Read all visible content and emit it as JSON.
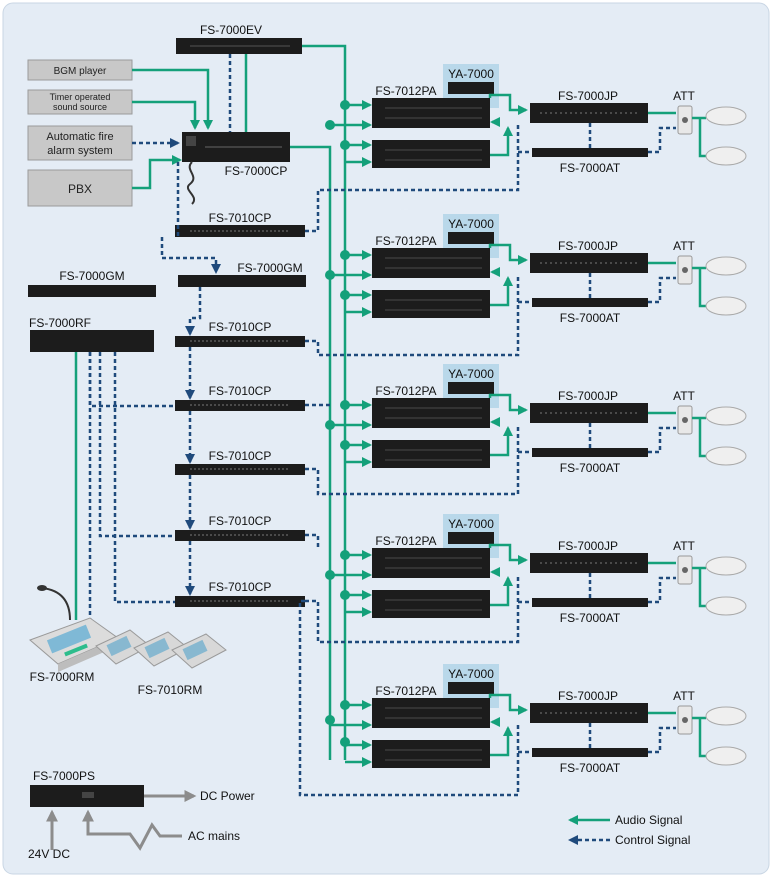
{
  "colors": {
    "background": "#e4ecf5",
    "audio_line": "#14a07a",
    "control_line": "#1f4a7c",
    "device_body": "#1c1c1c",
    "source_box": "#c8c8c8",
    "highlight": "#b9d8ea",
    "arrow_grey": "#8c8c8c"
  },
  "labels": {
    "fs7000ev": "FS-7000EV",
    "fs7000cp": "FS-7000CP",
    "bgm_player": "BGM player",
    "timer_line1": "Timer operated",
    "timer_line2": "sound source",
    "fire_line1": "Automatic fire",
    "fire_line2": "alarm system",
    "pbx": "PBX",
    "fs7010cp": "FS-7010CP",
    "fs7000gm": "FS-7000GM",
    "fs7000rf": "FS-7000RF",
    "fs7000rm": "FS-7000RM",
    "fs7010rm": "FS-7010RM",
    "fs7000ps": "FS-7000PS",
    "dc_power": "DC Power",
    "ac_mains": "AC mains",
    "dc24": "24V DC",
    "fs7012pa": "FS-7012PA",
    "ya7000": "YA-7000",
    "fs7000jp": "FS-7000JP",
    "fs7000at": "FS-7000AT",
    "att": "ATT",
    "legend_audio": "Audio Signal",
    "legend_control": "Control Signal"
  },
  "amplifier_groups": [
    {
      "pa": "FS-7012PA",
      "ya": "YA-7000",
      "jp": "FS-7000JP",
      "at": "FS-7000AT",
      "att": "ATT"
    },
    {
      "pa": "FS-7012PA",
      "ya": "YA-7000",
      "jp": "FS-7000JP",
      "at": "FS-7000AT",
      "att": "ATT"
    },
    {
      "pa": "FS-7012PA",
      "ya": "YA-7000",
      "jp": "FS-7000JP",
      "at": "FS-7000AT",
      "att": "ATT"
    },
    {
      "pa": "FS-7012PA",
      "ya": "YA-7000",
      "jp": "FS-7000JP",
      "at": "FS-7000AT",
      "att": "ATT"
    },
    {
      "pa": "FS-7012PA",
      "ya": "YA-7000",
      "jp": "FS-7000JP",
      "at": "FS-7000AT",
      "att": "ATT"
    }
  ]
}
